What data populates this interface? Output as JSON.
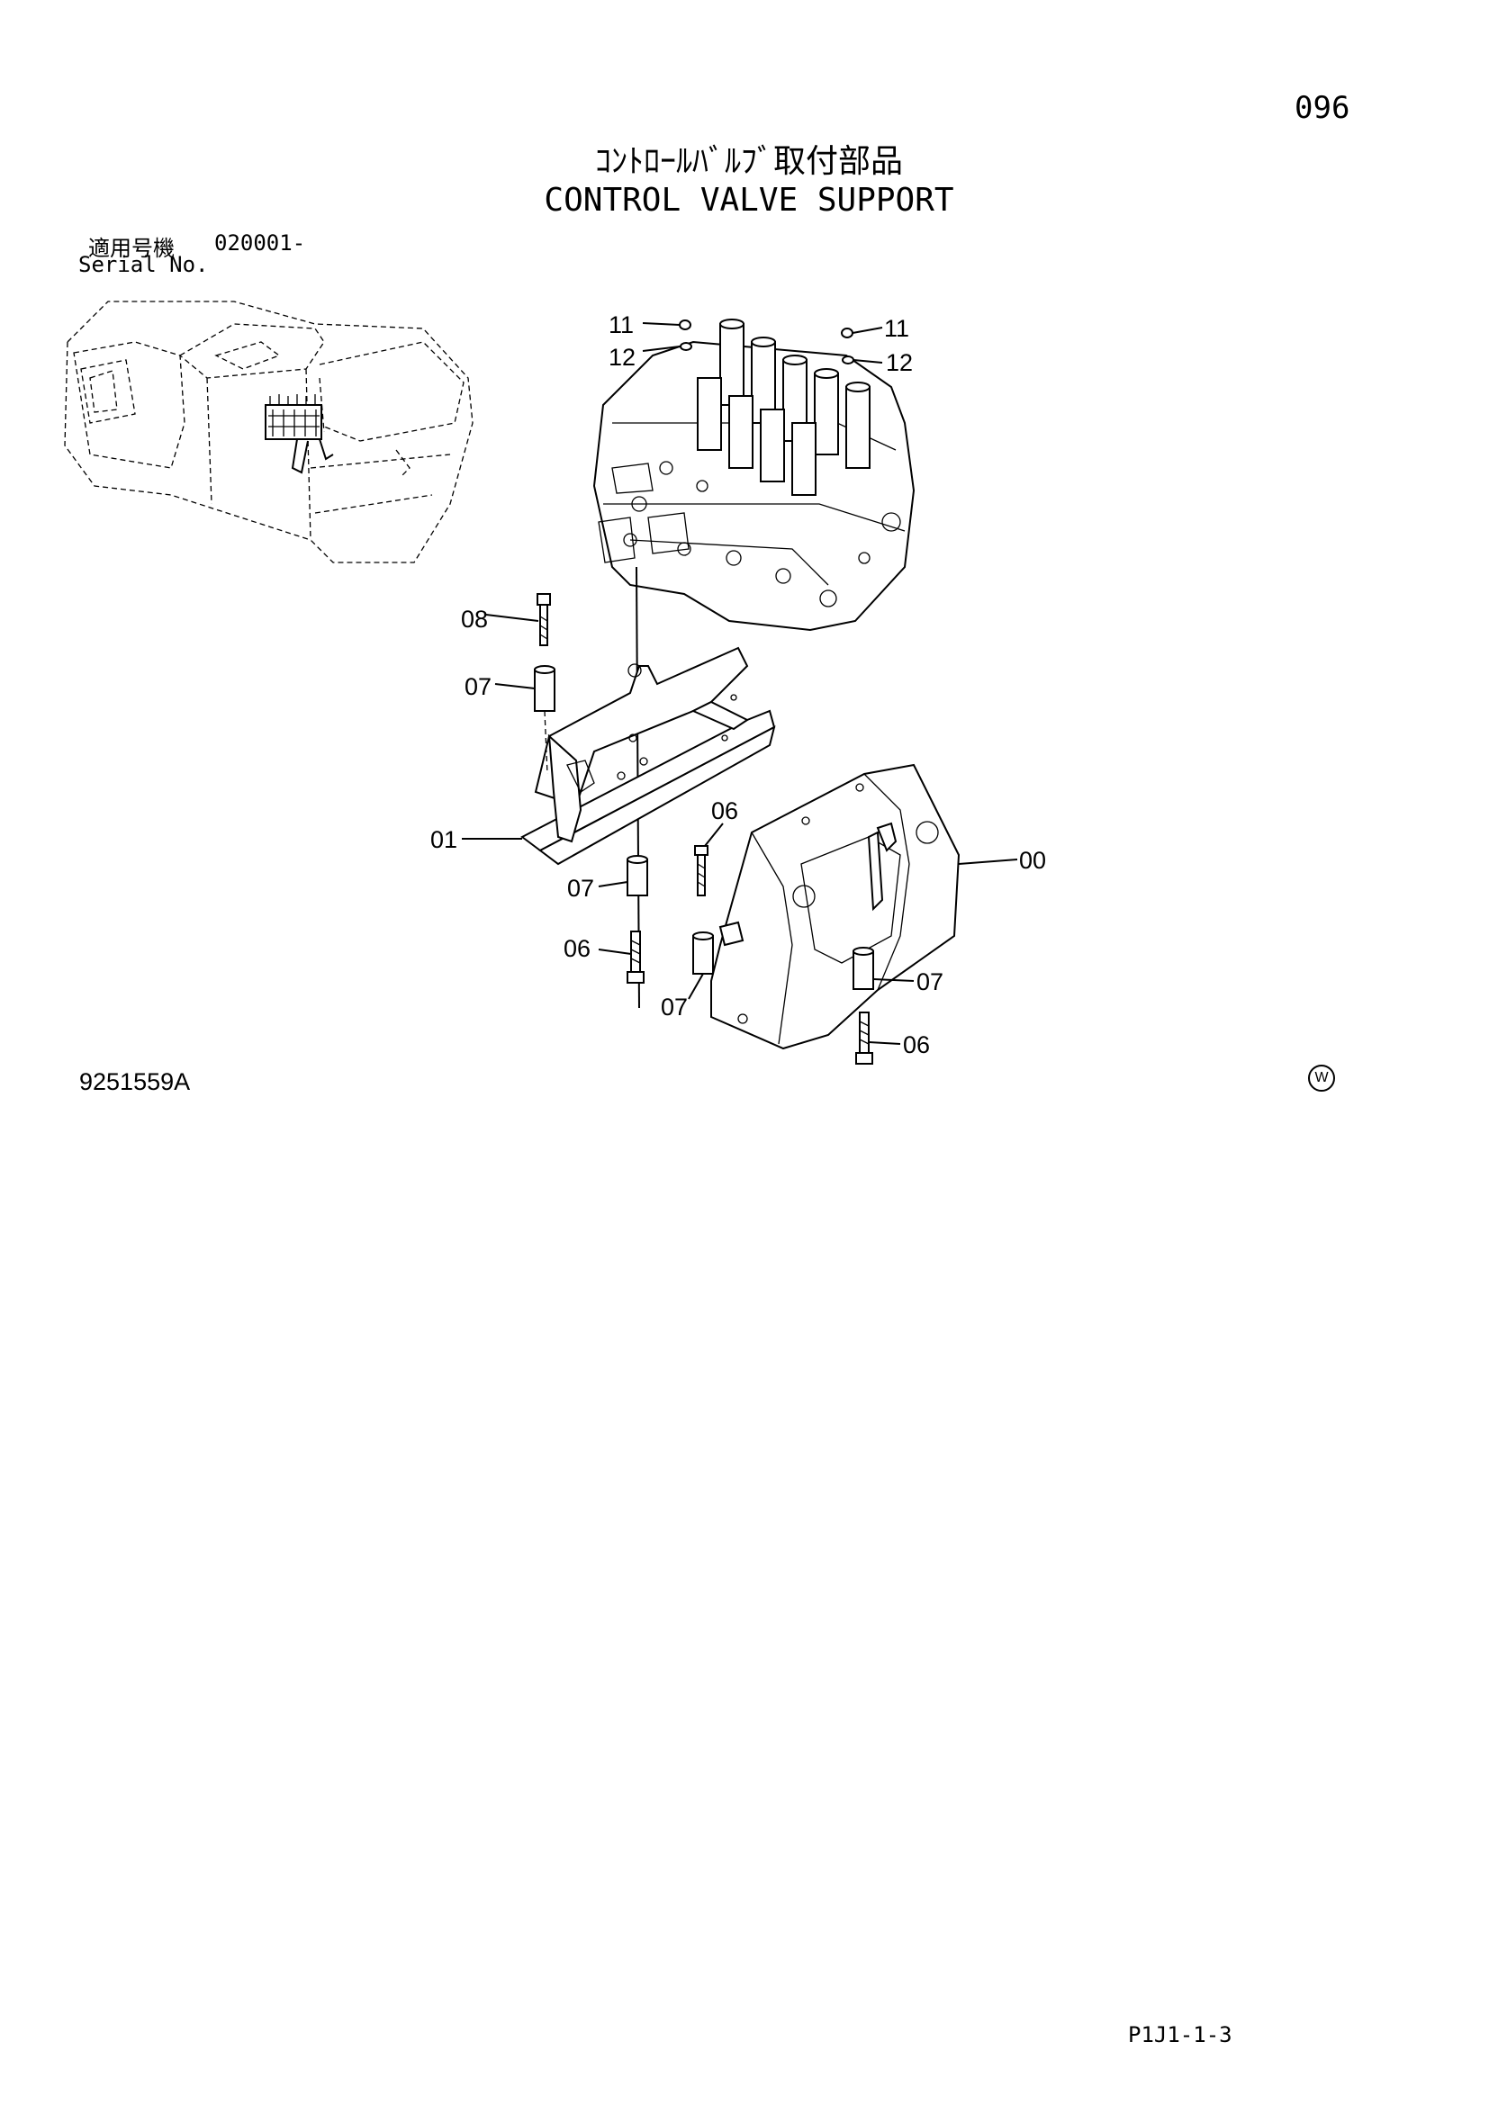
{
  "header": {
    "page_number": "096",
    "title_jp": "ｺﾝﾄﾛｰﾙﾊﾞﾙﾌﾞ取付部品",
    "title_en": "CONTROL VALVE SUPPORT"
  },
  "serial": {
    "label_jp": "適用号機",
    "value": "020001-",
    "label_en": "Serial No."
  },
  "callouts": {
    "c11_left": "11",
    "c12_left": "12",
    "c11_right": "11",
    "c12_right": "12",
    "c08": "08",
    "c07_top": "07",
    "c01": "01",
    "c06_mid": "06",
    "c07_mid": "07",
    "c06_left": "06",
    "c07_low": "07",
    "c00": "00",
    "c07_right": "07",
    "c06_right": "06"
  },
  "footer": {
    "drawing_number": "9251559A",
    "watermark": "W",
    "sheet_id": "P1J1-1-3"
  }
}
